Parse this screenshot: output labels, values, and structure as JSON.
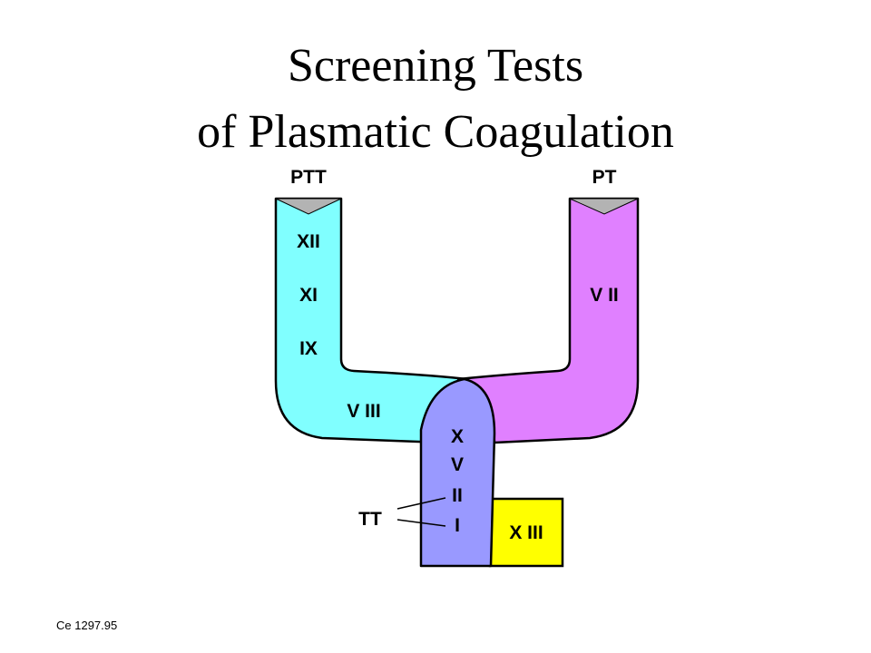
{
  "title": {
    "line1": "Screening Tests",
    "line2": "of Plasmatic Coagulation"
  },
  "diagram": {
    "ptt_label": "PTT",
    "pt_label": "PT",
    "tt_label": "TT",
    "intrinsic_factors": [
      "XII",
      "XI",
      "IX",
      "V III"
    ],
    "extrinsic_factors": [
      "V II"
    ],
    "common_factors": [
      "X",
      "V",
      "II",
      "I"
    ],
    "factor_xiii": "X III",
    "colors": {
      "intrinsic_branch": "#80ffff",
      "extrinsic_branch": "#e080ff",
      "common_pathway": "#9999ff",
      "factor_xiii_box": "#ffff00",
      "inlet_caps": "#b3b3b3"
    }
  },
  "footer": {
    "code": "Ce 1297.95"
  }
}
